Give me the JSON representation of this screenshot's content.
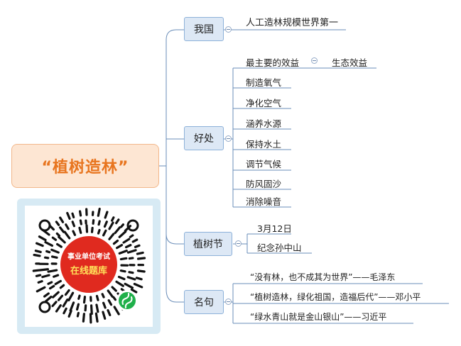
{
  "central_topic": "“植树造林”",
  "branches": [
    {
      "label": "我国",
      "leaves": [
        "人工造林规模世界第一"
      ]
    },
    {
      "label": "好处",
      "header": {
        "label": "最主要的效益",
        "child": "生态效益"
      },
      "leaves": [
        "制造氧气",
        "净化空气",
        "涵养水源",
        "保持水土",
        "调节气候",
        "防风固沙",
        "消除噪音"
      ]
    },
    {
      "label": "植树节",
      "leaves": [
        "3月12日",
        "纪念孙中山"
      ]
    },
    {
      "label": "名句",
      "leaves": [
        "“没有林，也不成其为世界”——毛泽东",
        "“植树造林，绿化祖国，造福后代”——邓小平",
        "“绿水青山就是金山银山”——习近平"
      ]
    }
  ],
  "qr_badge": {
    "line1": "事业单位考试",
    "line2": "在线题库"
  },
  "colors": {
    "central_fill": "#fde6d3",
    "central_text": "#e8751f",
    "branch_fill": "#dde8f5",
    "branch_border": "#8db1d9",
    "link": "#6a8db8",
    "badge_red": "#e02a1f",
    "badge_yellow": "#ffe15a",
    "wechat_green": "#1fb04a"
  }
}
